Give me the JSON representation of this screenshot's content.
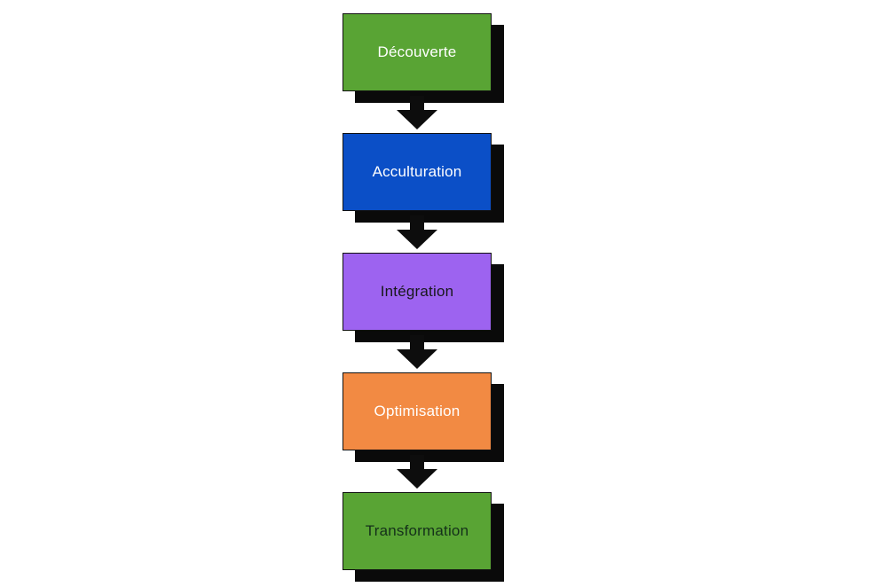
{
  "diagram": {
    "type": "vertical-process-flowchart",
    "shadow_color": "#0a0a0a",
    "arrow_color": "#0d0d0d",
    "steps": [
      {
        "label": "Découverte",
        "bg": "#59a434",
        "text_color": "#ffffff"
      },
      {
        "label": "Acculturation",
        "bg": "#0b4fc7",
        "text_color": "#ffffff"
      },
      {
        "label": "Intégration",
        "bg": "#9d63f0",
        "text_color": "#18181c"
      },
      {
        "label": "Optimisation",
        "bg": "#f28a43",
        "text_color": "#ffffff"
      },
      {
        "label": "Transformation",
        "bg": "#59a434",
        "text_color": "#14301a"
      }
    ]
  }
}
